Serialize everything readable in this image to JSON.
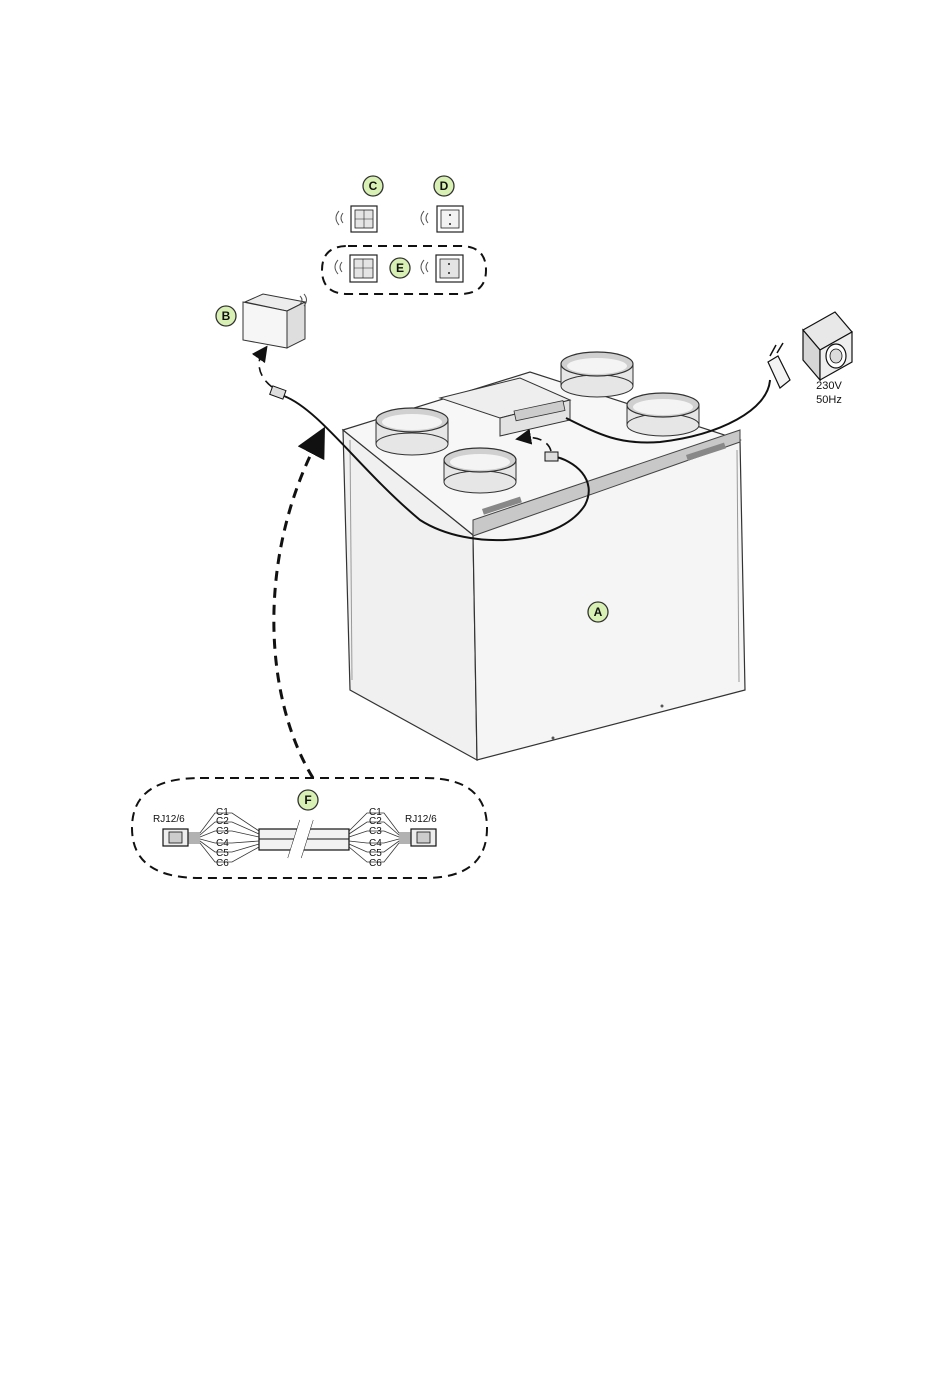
{
  "labels": {
    "a": "A",
    "b": "B",
    "c": "C",
    "d": "D",
    "e": "E",
    "f": "F"
  },
  "power": {
    "voltage": "230V",
    "frequency": "50Hz"
  },
  "cable": {
    "left_connector": "RJ12/6",
    "right_connector": "RJ12/6",
    "left_wires": [
      "C1",
      "C2",
      "C3",
      "C4",
      "C5",
      "C6"
    ],
    "right_wires": [
      "C1",
      "C2",
      "C3",
      "C4",
      "C5",
      "C6"
    ]
  },
  "colors": {
    "label_fill": "#d8f0b4",
    "unit_body": "#f2f2f2",
    "line": "#111111"
  }
}
